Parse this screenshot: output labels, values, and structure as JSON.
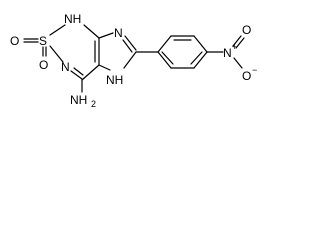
{
  "molecule": {
    "atoms": {
      "O_left": "O",
      "S": "S",
      "O_bottom": "O",
      "NH_top": "NH",
      "N_ring": "N",
      "N_imid": "N",
      "NH2_N": "NH",
      "NH2_sub": "2",
      "NH_imid": "NH",
      "N_nitro": "N",
      "N_nitro_plus": "+",
      "O_nitro_top": "O",
      "O_nitro_bottom": "O",
      "O_nitro_minus": "−"
    },
    "colors": {
      "ink": "#000000",
      "background": "#ffffff"
    }
  }
}
